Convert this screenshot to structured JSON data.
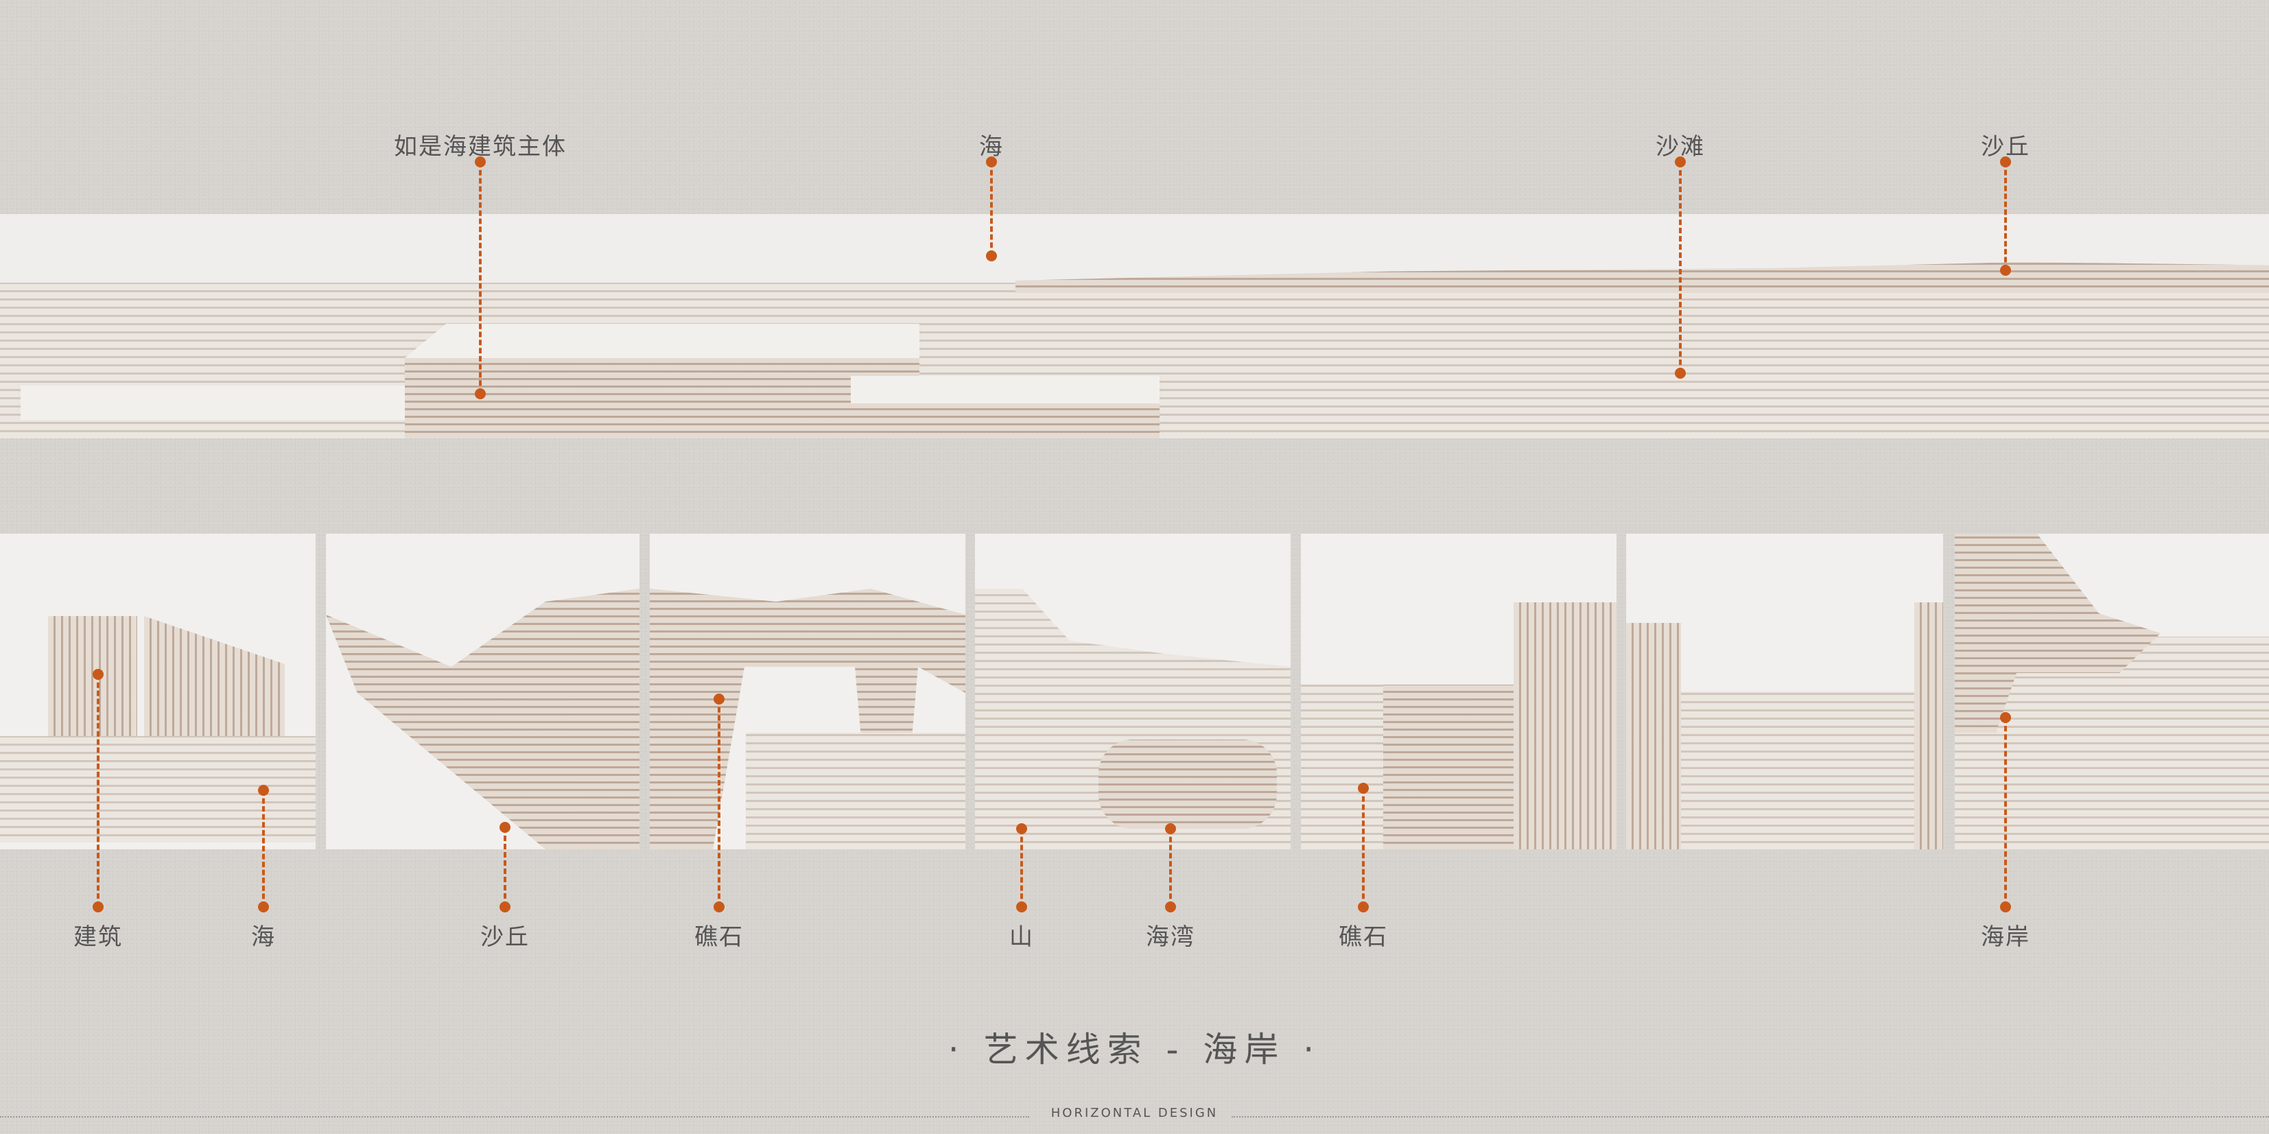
{
  "top_labels": {
    "building_main": "如是海建筑主体",
    "sea": "海",
    "beach": "沙滩",
    "dune": "沙丘"
  },
  "bottom_labels": {
    "building": "建筑",
    "sea": "海",
    "dune": "沙丘",
    "reef1": "礁石",
    "mountain": "山",
    "bay": "海湾",
    "reef2": "礁石",
    "coast": "海岸"
  },
  "title": "· 艺术线索 - 海岸 ·",
  "footer": "HORIZONTAL DESIGN",
  "colors": {
    "accent": "#c9591a",
    "background": "#d6d3cf",
    "text": "#555555"
  }
}
